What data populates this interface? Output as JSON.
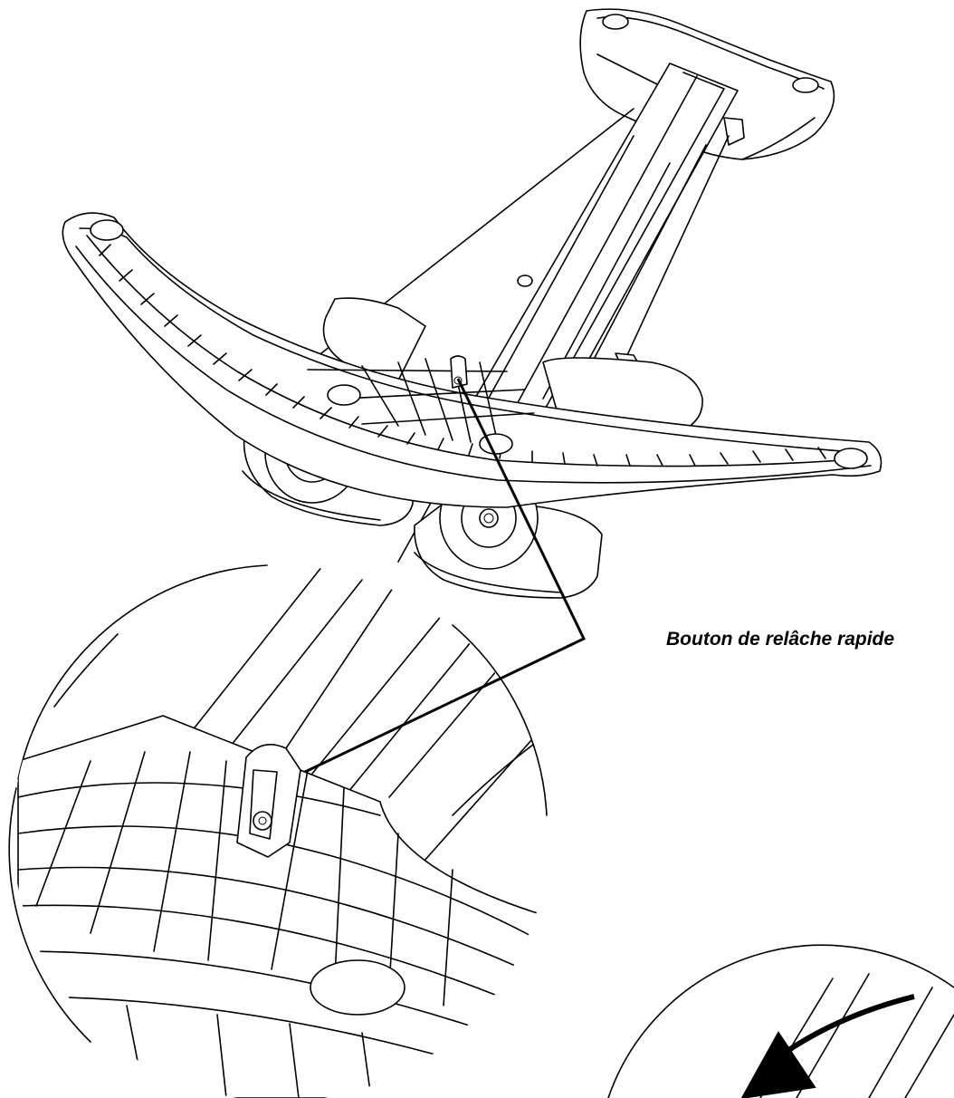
{
  "diagram": {
    "callout_label": "Bouton de relâche rapide",
    "callout_color": "#000000",
    "line_color": "#000000",
    "background": "#ffffff",
    "parts": [
      "chair-base",
      "caster-wheel",
      "quick-release-button",
      "detail-magnifier",
      "rotation-arrow"
    ]
  }
}
